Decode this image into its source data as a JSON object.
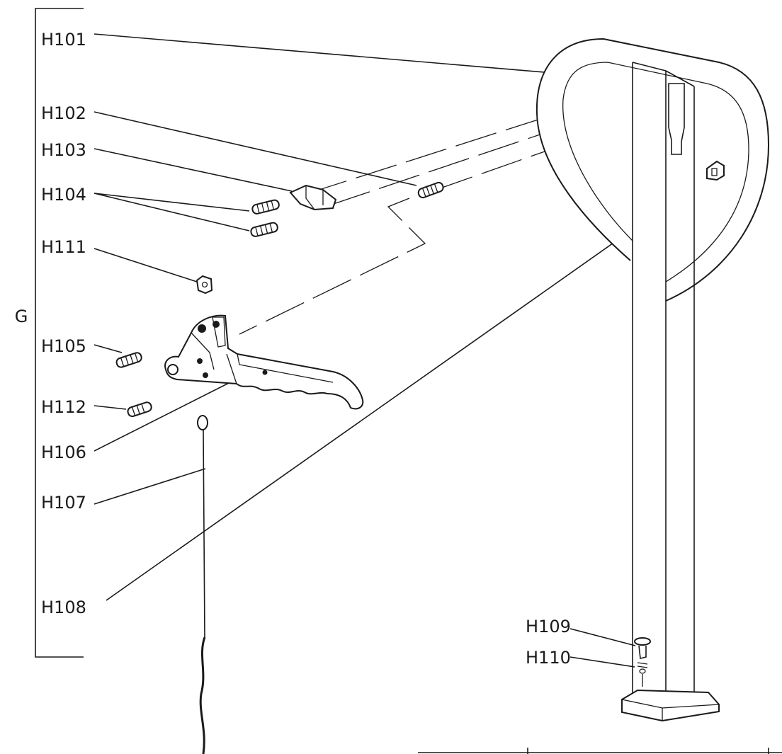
{
  "group_label": "G",
  "parts": [
    {
      "id": "H101"
    },
    {
      "id": "H102"
    },
    {
      "id": "H103"
    },
    {
      "id": "H104"
    },
    {
      "id": "H111"
    },
    {
      "id": "H105"
    },
    {
      "id": "H112"
    },
    {
      "id": "H106"
    },
    {
      "id": "H107"
    },
    {
      "id": "H108"
    },
    {
      "id": "H109"
    },
    {
      "id": "H110"
    }
  ],
  "colors": {
    "ink": "#1a1a1a",
    "background": "#ffffff"
  }
}
